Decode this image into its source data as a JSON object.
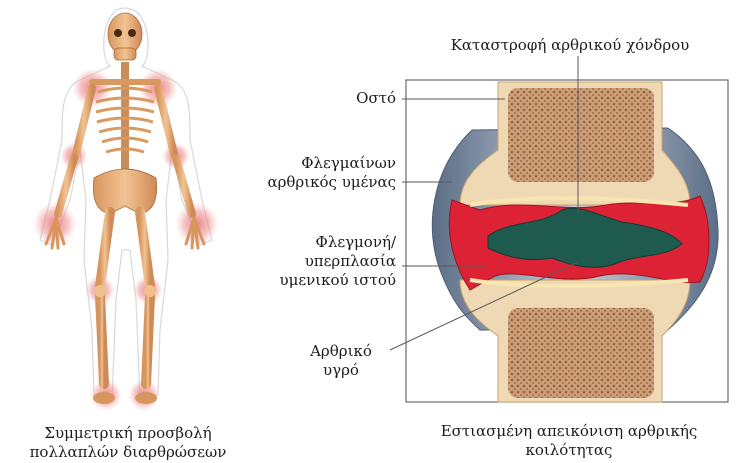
{
  "left_caption": {
    "line1": "Συμμετρική προσβολή",
    "line2": "πολλαπλών διαρθρώσεων"
  },
  "joint_title": "Καταστροφή αρθρικού χόνδρου",
  "labels": {
    "bone": "Οστό",
    "synovium_line1": "Φλεγμαίνων",
    "synovium_line2": "αρθρικός υμένας",
    "pannus_line1": "Φλεγμονή/",
    "pannus_line2": "υπερπλασία",
    "pannus_line3": "υμενικού ιστού",
    "fluid_line1": "Αρθρικό",
    "fluid_line2": "υγρό"
  },
  "right_caption": {
    "line1": "Εστιασμένη απεικόνιση αρθρικής",
    "line2": "κοιλότητας"
  },
  "colors": {
    "bone": "#e8b787",
    "bone_shade": "#c98d5a",
    "inflamed_joint": "#e88a8a",
    "joint_glow": "#f4b4b4",
    "cartilage": "#f6e3a8",
    "marrow": "#b5774c",
    "synovium_red": "#e0283a",
    "fluid_teal": "#1f5a4e",
    "capsule_grey": "#7f8fa3"
  }
}
